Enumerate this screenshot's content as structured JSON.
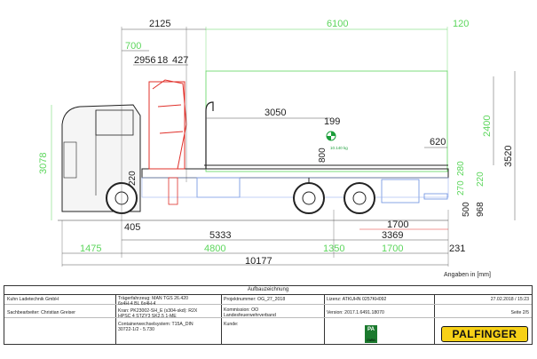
{
  "dimensions": {
    "top_2125": "2125",
    "top_6100": "6100",
    "top_120": "120",
    "top_700": "700",
    "top_2956": "2956",
    "top_18": "18",
    "top_427": "427",
    "mid_3050": "3050",
    "mid_199": "199",
    "weight": "10.140 kg",
    "mid_800": "800",
    "mid_620": "620",
    "left_3078": "3078",
    "left_220": "220",
    "right_2400": "2400",
    "right_3520": "3520",
    "right_280": "280",
    "right_270": "270",
    "right_220": "220",
    "right_500": "500",
    "right_968": "968",
    "low_405": "405",
    "low_1700a": "1700",
    "low_3369": "3369",
    "low_5333": "5333",
    "low_1475": "1475",
    "low_4800": "4800",
    "low_1350": "1350",
    "low_1700b": "1700",
    "low_231": "231",
    "low_10177": "10177"
  },
  "units_note": "Angaben in [mm]",
  "title_block": {
    "heading": "Aufbauzeichnung",
    "company": "Kuhn Ladetechnik GmbH",
    "clerk": "Sachbearbeiter: Christian Greiser",
    "carrier_line1": "Trägerfahrzeug: MAN TGS 26.420",
    "carrier_line2": "6x4H-4 BL 6x4H-4",
    "crane_line1": "Kran: PK23002-SH_E (s304-skd): R2X",
    "crane_line2": "HPSC 4 STZY3 SK2.5 1-ME",
    "container_line1": "Containerwechselsystem: T15A_DIN",
    "container_line2": "30722-1/2 - 5.730",
    "project": "Projektnummer: OG_27_2018",
    "commission_line1": "Kommission: OÖ",
    "commission_line2": "Landesfeuerwehrverband",
    "customer": "Kunde:",
    "license": "Lizenz: ATKUHN 0257KH092",
    "version": "Version: 2017.1.6491.18070",
    "date": "27.02.2018 / 15:23",
    "page": "Seite 2/5",
    "badge_main": "PA",
    "badge_sub": "CWBN",
    "brand": "PALFINGER"
  }
}
